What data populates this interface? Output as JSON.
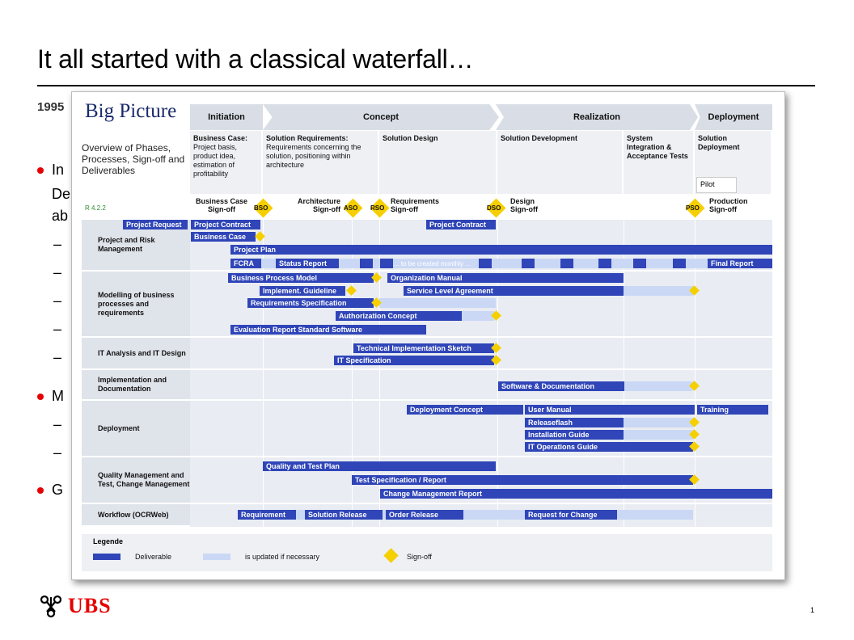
{
  "slide": {
    "title": "It all started with a classical waterfall…",
    "subtitle": "1995",
    "bullets": [
      "In",
      "De",
      "ab",
      "M",
      "G"
    ],
    "dash": "–",
    "page_number": "1",
    "logo_text": "UBS"
  },
  "overlay": {
    "title": "Big Picture",
    "description": "Overview of Phases, Processes, Sign-off and Deliverables",
    "version": "R 4.2.2",
    "phases": [
      "Initiation",
      "Concept",
      "Realization",
      "Deployment"
    ],
    "deliverable_headers": [
      {
        "title": "Business Case:",
        "text": "Project basis, product idea, estimation of profitability"
      },
      {
        "title": "Solution Requirements:",
        "text": "Requirements concerning the solution, positioning within architecture"
      },
      {
        "title": "Solution Design",
        "text": ""
      },
      {
        "title": "Solution Development",
        "text": ""
      },
      {
        "title": "System Integration & Acceptance Tests",
        "text": ""
      },
      {
        "title": "Solution Deployment",
        "text": ""
      }
    ],
    "pilot": "Pilot",
    "signoffs": [
      {
        "label": "Business Case Sign-off",
        "code": "BSO"
      },
      {
        "label": "Architecture Sign-off",
        "code": "ASO"
      },
      {
        "label": "Requirements Sign-off",
        "code": "RSO"
      },
      {
        "label": "Design Sign-off",
        "code": "DSO"
      },
      {
        "label": "Production Sign-off",
        "code": "PSO"
      }
    ],
    "rows": [
      "Project and Risk Management",
      "Modelling of business processes and requirements",
      "IT Analysis and IT Design",
      "Implementation and Documentation",
      "Deployment",
      "Quality Management and Test, Change Management",
      "Workflow (OCRWeb)"
    ],
    "bars": {
      "project_request": "Project Request",
      "project_contract": "Project Contract",
      "project_contract_2": "Project Contract",
      "business_case": "Business Case",
      "project_plan": "Project Plan",
      "fcra": "FCRA",
      "status_report": "Status Report",
      "monthly_note": "... to be created monthly ...",
      "final_report": "Final Report",
      "business_process_model": "Business Process Model",
      "organization_manual": "Organization Manual",
      "implement_guideline": "Implement. Guideline",
      "service_level_agreement": "Service Level Agreement",
      "requirements_specification": "Requirements Specification",
      "authorization_concept": "Authorization Concept",
      "evaluation_report": "Evaluation Report Standard Software",
      "technical_sketch": "Technical Implementation Sketch",
      "it_specification": "IT Specification",
      "software_documentation": "Software & Documentation",
      "deployment_concept": "Deployment Concept",
      "user_manual": "User Manual",
      "training": "Training",
      "releaseflash": "Releaseflash",
      "installation_guide": "Installation Guide",
      "it_operations_guide": "IT Operations Guide",
      "quality_test_plan": "Quality and Test Plan",
      "test_spec_report": "Test Specification / Report",
      "change_mgmt_report": "Change Management Report",
      "requirement": "Requirement",
      "solution_release": "Solution Release",
      "order_release": "Order Release",
      "request_for_change": "Request for Change"
    },
    "legend": {
      "title": "Legende",
      "deliverable": "Deliverable",
      "updated": "is updated if necessary",
      "signoff": "Sign-off"
    },
    "colors": {
      "deliverable": "#2f45b8",
      "updated": "#cad8f5",
      "signoff": "#f5cf00",
      "accent": "#e60000"
    }
  }
}
